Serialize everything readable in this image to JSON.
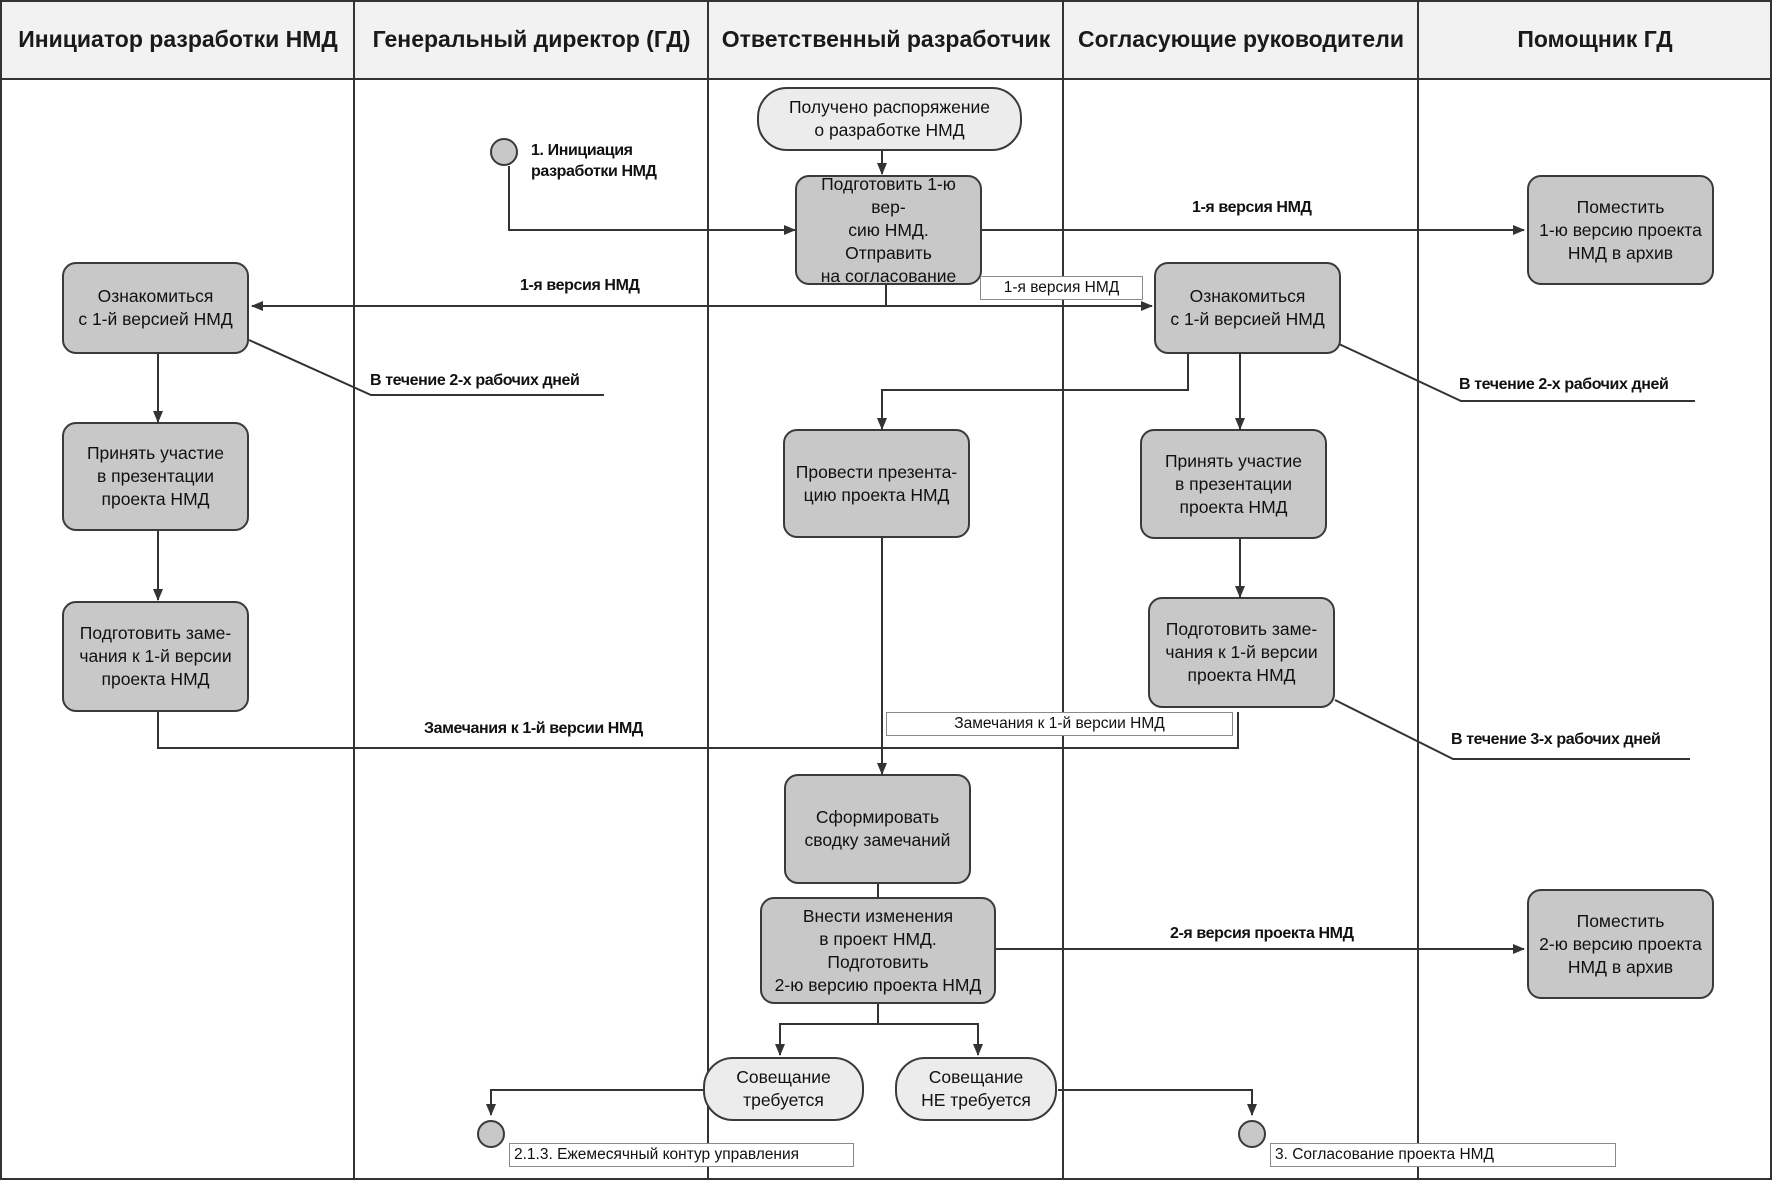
{
  "lanes": [
    "Инициатор разработки НМД",
    "Генеральный директор (ГД)",
    "Ответственный разработчик",
    "Согласующие руководители",
    "Помощник ГД"
  ],
  "nodes": {
    "received_order": "Получено распоряжение\nо разработке НМД",
    "init_label": "1. Инициация\nразработки НМД",
    "prepare_v1": "Подготовить 1-ю вер-\nсию НМД. Отправить\nна согласование",
    "archive_v1": "Поместить\n1-ю версию проекта\nНМД в архив",
    "review_initiator": "Ознакомиться\nс 1-й версией НМД",
    "review_approvers": "Ознакомиться\nс 1-й версией НМД",
    "present_initiator": "Принять участие\nв презентации\nпроекта НМД",
    "present_dev": "Провести презента-\nцию проекта НМД",
    "present_approvers": "Принять участие\nв презентации\nпроекта НМД",
    "remarks_initiator": "Подготовить заме-\nчания к 1-й версии\nпроекта НМД",
    "remarks_approvers": "Подготовить заме-\nчания к 1-й версии\nпроекта НМД",
    "summary": "Сформировать\nсводку замечаний",
    "make_changes": "Внести изменения\nв проект НМД. Подготовить\n2-ю версию проекта НМД",
    "archive_v2": "Поместить\n2-ю версию проекта\nНМД в архив",
    "meeting_yes": "Совещание\nтребуется",
    "meeting_no": "Совещание\nНЕ требуется"
  },
  "edge_labels": {
    "v1_to_archive": "1-я версия НМД",
    "v1_to_initiator": "1-я версия НМД",
    "v1_to_approvers_tag": "1-я версия НМД",
    "within_2_days_a": "В течение 2-х рабочих дней",
    "within_2_days_b": "В течение 2-х рабочих дней",
    "remarks_label": "Замечания к 1-й версии НМД",
    "remarks_tag": "Замечания к 1-й версии НМД",
    "within_3_days": "В течение 3-х рабочих дней",
    "v2_to_archive": "2-я версия проекта НМД",
    "end_monthly": "2.1.3. Ежемесячный контур управления",
    "end_approval": "3. Согласование проекта НМД"
  }
}
